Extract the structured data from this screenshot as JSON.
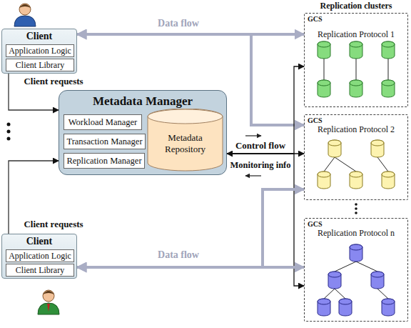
{
  "diagram": {
    "nodes": [
      {
        "text": [
          "Client"
        ]
      },
      {
        "text": [
          "Application Logic"
        ],
        "in": 0
      },
      {
        "text": [
          "Client Library"
        ],
        "in": 0
      },
      {
        "text": [
          "Metadata Manager"
        ]
      },
      {
        "text": [
          "Workload Manager"
        ],
        "in": 3
      },
      {
        "text": [
          "Transaction Manager"
        ],
        "in": 3
      },
      {
        "text": [
          "Replication Manager"
        ],
        "in": 3
      },
      {
        "text": [
          "Metadata Repository"
        ],
        "in": 3
      },
      {
        "text": [
          "Client"
        ]
      },
      {
        "text": [
          "Application Logic"
        ],
        "in": 8
      },
      {
        "text": [
          "Client Library"
        ],
        "in": 8
      },
      {
        "text": [
          "GCS",
          "Replication Protocol 1"
        ]
      },
      {
        "text": [
          "GCS",
          "Replication Protocol 2"
        ]
      },
      {
        "text": [
          "GCS",
          "Replication Protocol n"
        ]
      }
    ],
    "edges": [
      {
        "from": 0,
        "to": 11,
        "arrow": "both",
        "label": "Data flow"
      },
      {
        "from": 0,
        "to": 12,
        "arrow": "both"
      },
      {
        "from": 0,
        "to": 3,
        "arrow": "to",
        "label": "Client requests"
      },
      {
        "from": 8,
        "to": 3,
        "arrow": "to",
        "label": "Client requests"
      },
      {
        "from": 3,
        "to": 12,
        "arrow": "both",
        "label": "Control flow"
      },
      {
        "from": 3,
        "to": 11,
        "arrow": "to"
      },
      {
        "from": 3,
        "to": 13,
        "arrow": "to"
      },
      {
        "from": 8,
        "to": 13,
        "arrow": "both",
        "label": "Data flow"
      },
      {
        "from": 8,
        "to": 12,
        "arrow": "both"
      }
    ],
    "labels": [
      "Replication clusters",
      "Monitoring info"
    ]
  }
}
